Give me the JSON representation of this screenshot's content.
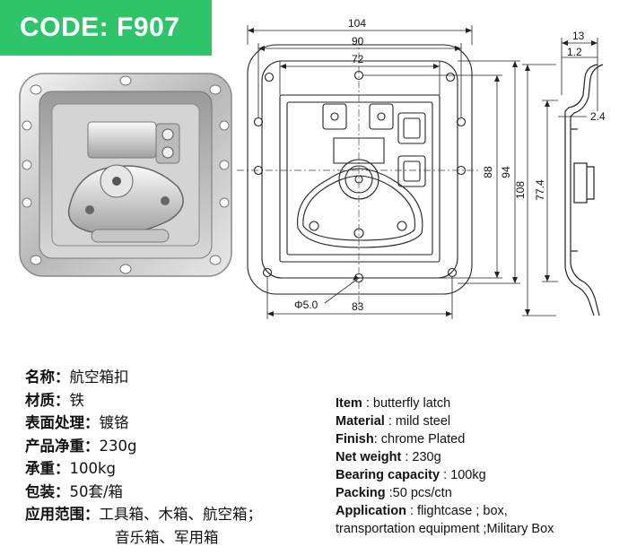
{
  "badge": {
    "code": "CODE: F907"
  },
  "dimensions": {
    "d104": "104",
    "d90": "90",
    "d72": "72",
    "d88": "88",
    "d94": "94",
    "d108": "108",
    "d77_4": "77.4",
    "d13": "13",
    "d1_2": "1.2",
    "d2_4": "2.4",
    "d83": "83",
    "phi": "Φ5.0"
  },
  "cn_specs": [
    {
      "label": "名称：",
      "value": "航空箱扣"
    },
    {
      "label": "材质：",
      "value": "铁"
    },
    {
      "label": "表面处理：",
      "value": "镀铬"
    },
    {
      "label": "产品净重：",
      "value": "230g"
    },
    {
      "label": "承重：",
      "value": "100kg"
    },
    {
      "label": "包装：",
      "value": "50套/箱"
    },
    {
      "label": "应用范围：",
      "value": "工具箱、木箱、航空箱；"
    }
  ],
  "cn_continuation": "音乐箱、军用箱",
  "en_specs": [
    {
      "label": "Item",
      "value": " : butterfly latch"
    },
    {
      "label": "Material",
      "value": " : mild steel"
    },
    {
      "label": "Finish",
      "value": ": chrome Plated"
    },
    {
      "label": "Net weight",
      "value": " : 230g"
    },
    {
      "label": "Bearing capacity",
      "value": " : 100kg"
    },
    {
      "label": "Packing",
      "value": " :50 pcs/ctn"
    },
    {
      "label": "Application",
      "value": " : flightcase ; box,"
    }
  ],
  "en_continuation": "transportation equipment ;Military Box"
}
